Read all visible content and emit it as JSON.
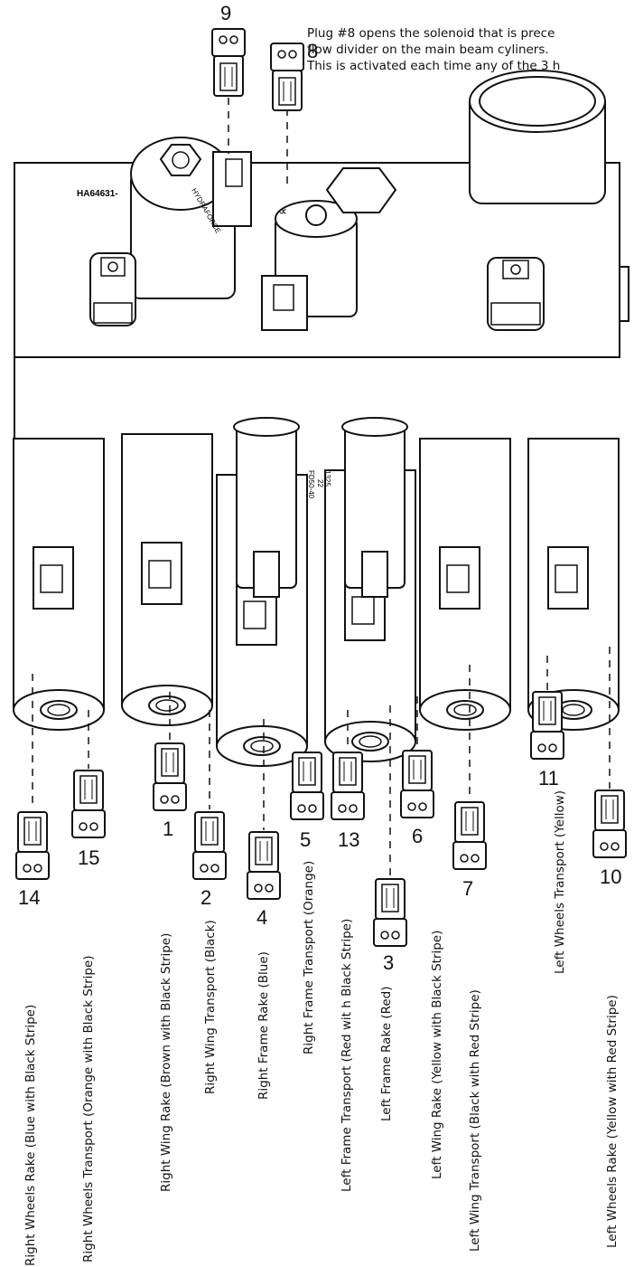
{
  "note_lines": [
    "Plug #8 opens the solenoid that is prece",
    "flow divider on the main beam cyliners.",
    "This is activated each time any of the 3 h"
  ],
  "part_number": "HA64631-",
  "brand": "HYDRAFORCE",
  "cartridge_codes": [
    "FD50-40",
    "22",
    "1325"
  ],
  "plugs": [
    {
      "number": "9"
    },
    {
      "number": "8"
    },
    {
      "number": "14",
      "label": "Right Wheels Rake (Blue with Black Stripe)"
    },
    {
      "number": "15",
      "label": "Right Wheels Transport (Orange with Black Stripe)"
    },
    {
      "number": "1",
      "label": "Right Wing Rake (Brown with Black Stripe)"
    },
    {
      "number": "2",
      "label": "Right Wing Transport (Black)"
    },
    {
      "number": "4",
      "label": "Right Frame Rake (Blue)"
    },
    {
      "number": "5",
      "label": "Right Frame Transport (Orange)"
    },
    {
      "number": "13",
      "label": "Left Frame Transport (Red wit h Black Stripe)"
    },
    {
      "number": "3",
      "label": "Left Frame Rake (Red)"
    },
    {
      "number": "6",
      "label": "Left Wing Rake (Yellow with Black Stripe)"
    },
    {
      "number": "7",
      "label": "Left Wing Transport (Black with Red Stripe)"
    },
    {
      "number": "11",
      "label": "Left Wheels Transport (Yellow)"
    },
    {
      "number": "10",
      "label": "Left Wheels Rake (Yellow with Red Stripe)"
    }
  ]
}
